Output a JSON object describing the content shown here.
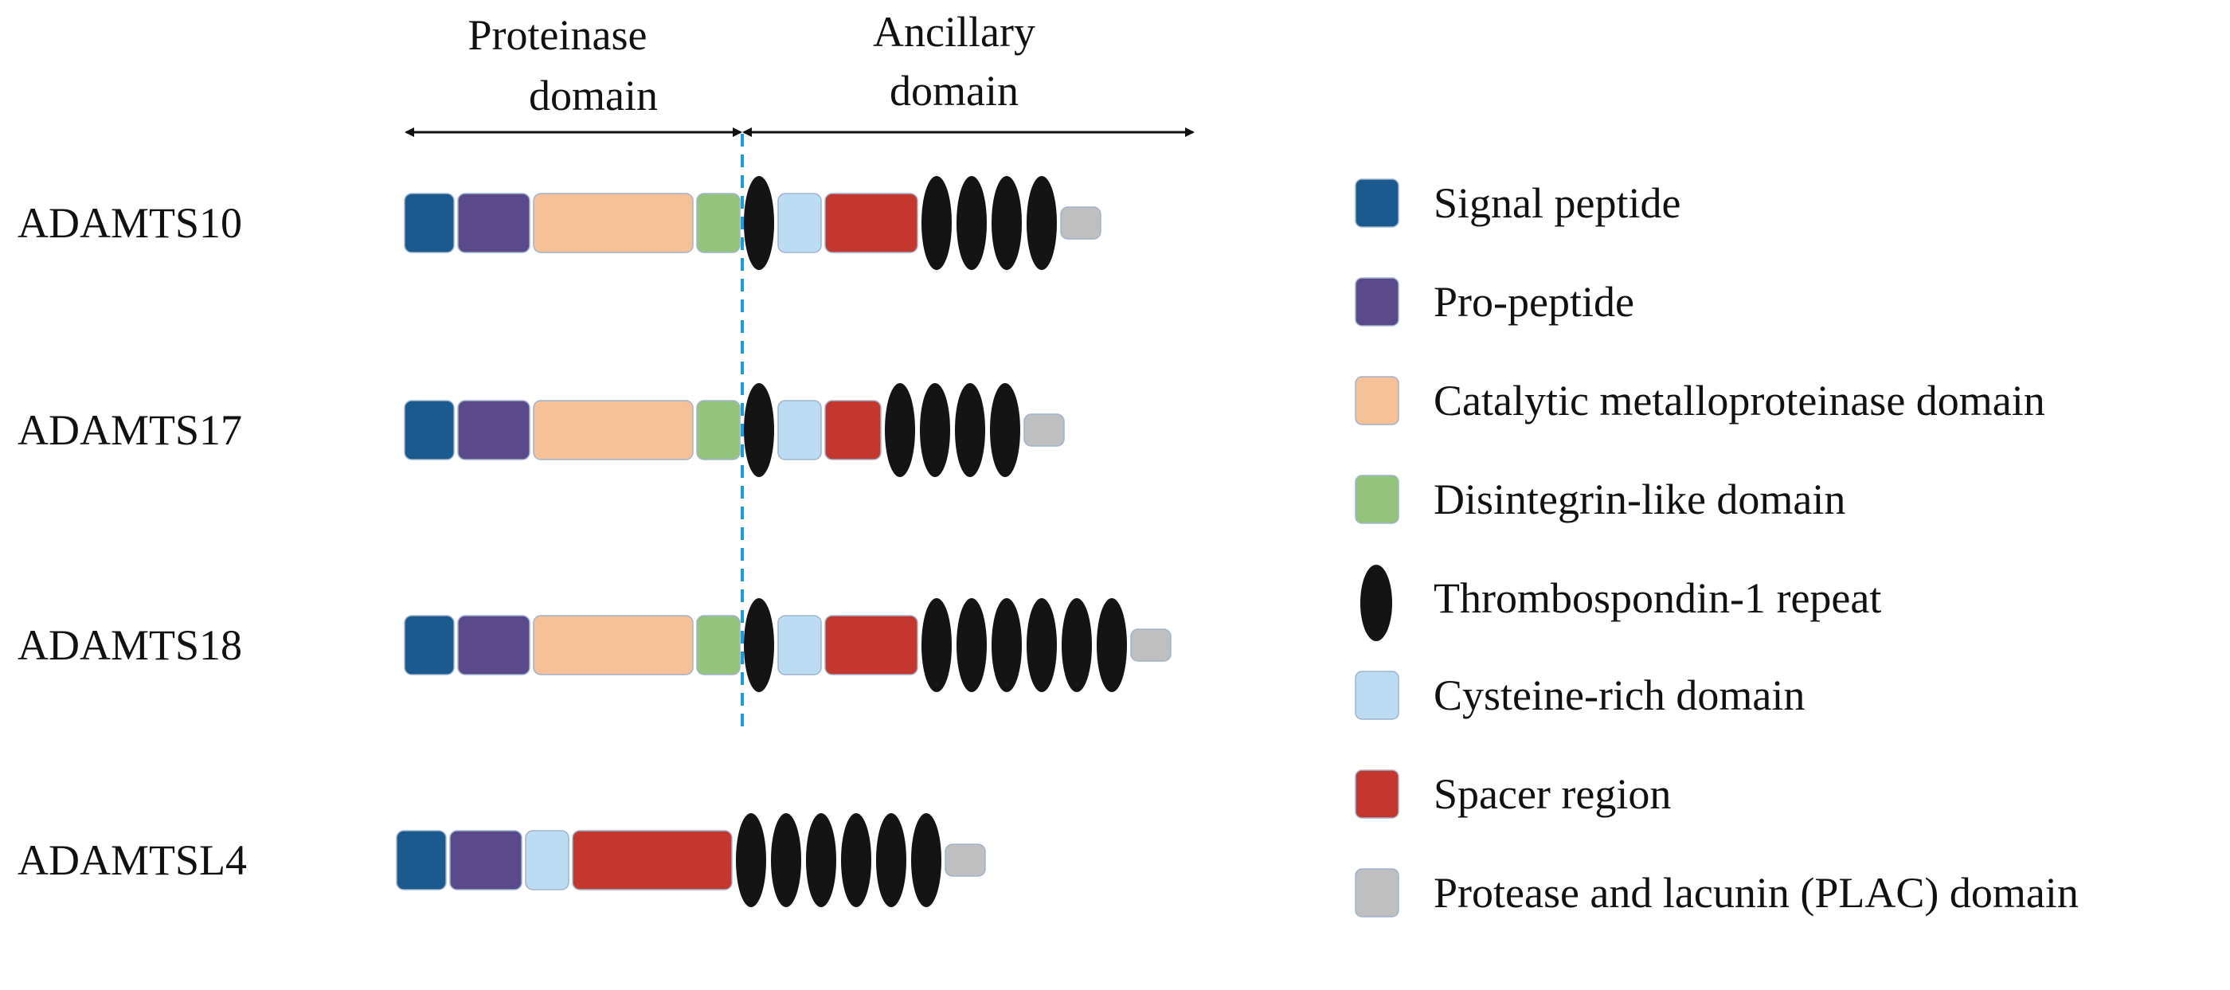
{
  "header": {
    "proteinase": [
      "Proteinase",
      "domain"
    ],
    "ancillary": [
      "Ancillary",
      "domain"
    ]
  },
  "colors": {
    "signal": "#1b5a8e",
    "propeptide": "#5a4a8c",
    "catalytic": "#f7c197",
    "disintegrin": "#94c47c",
    "tsr": "#141414",
    "cysteine": "#bcdcf3",
    "spacer": "#c4372f",
    "plac": "#bfbfbf",
    "divider": "#1f9bd6"
  },
  "proteins": [
    {
      "name": "ADAMTS10",
      "domains": [
        "signal",
        "propeptide",
        "catalytic",
        "disintegrin",
        "tsr",
        "cysteine",
        "spacer",
        "tsr",
        "tsr",
        "tsr",
        "tsr",
        "plac"
      ]
    },
    {
      "name": "ADAMTS17",
      "domains": [
        "signal",
        "propeptide",
        "catalytic",
        "disintegrin",
        "tsr",
        "cysteine",
        "spacer",
        "tsr",
        "tsr",
        "tsr",
        "tsr",
        "plac"
      ]
    },
    {
      "name": "ADAMTS18",
      "domains": [
        "signal",
        "propeptide",
        "catalytic",
        "disintegrin",
        "tsr",
        "cysteine",
        "spacer",
        "tsr",
        "tsr",
        "tsr",
        "tsr",
        "tsr",
        "tsr",
        "plac"
      ]
    },
    {
      "name": "ADAMTSL4",
      "domains": [
        "signal",
        "propeptide",
        "cysteine",
        "spacer",
        "tsr",
        "tsr",
        "tsr",
        "tsr",
        "tsr",
        "tsr",
        "plac"
      ]
    }
  ],
  "legend": [
    {
      "key": "signal",
      "label": "Signal peptide"
    },
    {
      "key": "propeptide",
      "label": "Pro-peptide"
    },
    {
      "key": "catalytic",
      "label": "Catalytic metalloproteinase domain"
    },
    {
      "key": "disintegrin",
      "label": "Disintegrin-like domain"
    },
    {
      "key": "tsr",
      "label": "Thrombospondin-1 repeat"
    },
    {
      "key": "cysteine",
      "label": "Cysteine-rich domain"
    },
    {
      "key": "spacer",
      "label": "Spacer region"
    },
    {
      "key": "plac",
      "label": "Protease and lacunin (PLAC) domain"
    }
  ]
}
